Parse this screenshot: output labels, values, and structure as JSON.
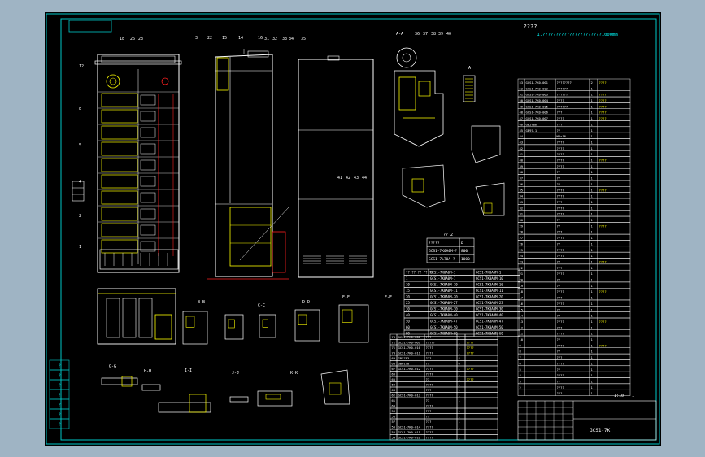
{
  "drawing": {
    "title": "????",
    "subtitle": "1.??????????????????????1000mm",
    "colors": {
      "frame": "#00c8c8",
      "drawing": "#ffffff",
      "component": "#ffff00",
      "detail": "#ff2020"
    }
  },
  "section_labels": [
    "B-B",
    "C-C",
    "D-D",
    "E-E",
    "F-F",
    "G-G",
    "H-H",
    "I-I",
    "J-J",
    "K-K",
    "A-A",
    "A"
  ],
  "leader_numbers": [
    "18",
    "26",
    "23",
    "3",
    "22",
    "15",
    "14",
    "16",
    "12",
    "8",
    "5",
    "4",
    "2",
    "1",
    "31",
    "32",
    "33",
    "34",
    "35",
    "36",
    "37",
    "38",
    "39",
    "40",
    "41",
    "42",
    "43",
    "44"
  ],
  "dims_table": {
    "title": "?? 2",
    "headers": [
      "?????",
      "D"
    ],
    "rows": [
      [
        "GCS1-7K0A0M-?",
        "800"
      ],
      [
        "GCS1-7L70A-?",
        "1000"
      ]
    ]
  },
  "config_table": {
    "rows": [
      [
        "?? ?? ?? ?? ??",
        "GCS1-7K0A0M-1",
        "GCS1-7K0A0M-1"
      ],
      [
        "1",
        "GCS1-7K0A0M-1",
        "GCS1-7K0A0M-10"
      ],
      [
        "10",
        "GCS1-7K0A0M-10",
        "GCS1-7K0A0M-16"
      ],
      [
        "15",
        "GCS1-7K0A0M-11",
        "GCS1-7K0A0M-11"
      ],
      [
        "20",
        "GCS1-7K0A0M-20",
        "GCS1-7K0A0M-20"
      ],
      [
        "25",
        "GCS1-7K0A0M-27",
        "GCS1-7K0A0M-23"
      ],
      [
        "30",
        "GCS1-7K0A0M-30",
        "GCS1-7K0A0M-30"
      ],
      [
        "40",
        "GCS1-7K0A0M-40",
        "GCS1-7K0A0M-40"
      ],
      [
        "50",
        "GCS1-7K0A0M-47",
        "GCS1-7K0A0M-47"
      ],
      [
        "60",
        "GCS1-7K0A0M-50",
        "GCS1-7K0A0M-50"
      ],
      [
        "80",
        "GCS1-7K0A0M-60",
        "GCS1-7K0A0M-60"
      ]
    ]
  },
  "parts_list_right": [
    [
      "53",
      "GCS1-7K0-001",
      "????????",
      "2",
      "????"
    ],
    [
      "52",
      "GCS1-7K0-002",
      "??????",
      "1",
      ""
    ],
    [
      "51",
      "GCS1-7K0-003",
      "??????",
      "1",
      "????"
    ],
    [
      "50",
      "GCS1-7K0-004",
      "????",
      "1",
      "????"
    ],
    [
      "49",
      "GCS1-7K0-005",
      "??????",
      "1",
      "????"
    ],
    [
      "48",
      "GCS1-7K0-006",
      "???",
      "1",
      "????"
    ],
    [
      "47",
      "GCS1-7K0-007",
      "????",
      "1",
      "????"
    ],
    [
      "46",
      "GB5786",
      "???",
      "1",
      ""
    ],
    [
      "45",
      "GB97.1",
      "??",
      "1",
      ""
    ],
    [
      "44",
      "",
      "M8x16",
      "1",
      ""
    ],
    [
      "43",
      "",
      "????",
      "1",
      ""
    ],
    [
      "42",
      "",
      "????",
      "1",
      ""
    ],
    [
      "41",
      "",
      "????",
      "1",
      ""
    ],
    [
      "40",
      "",
      "????",
      "1",
      "????"
    ],
    [
      "39",
      "",
      "????",
      "1",
      ""
    ],
    [
      "38",
      "",
      "??",
      "1",
      ""
    ],
    [
      "37",
      "",
      "??",
      "1",
      ""
    ],
    [
      "36",
      "",
      "??",
      "1",
      ""
    ],
    [
      "35",
      "",
      "????",
      "1",
      "????"
    ],
    [
      "34",
      "",
      "????",
      "1",
      ""
    ],
    [
      "33",
      "",
      "???",
      "1",
      ""
    ],
    [
      "32",
      "",
      "????",
      "1",
      ""
    ],
    [
      "31",
      "",
      "????",
      "1",
      ""
    ],
    [
      "30",
      "",
      "??",
      "1",
      ""
    ],
    [
      "29",
      "",
      "??",
      "1",
      "????"
    ],
    [
      "28",
      "",
      "???",
      "1",
      ""
    ],
    [
      "27",
      "",
      "????",
      "1",
      ""
    ],
    [
      "26",
      "",
      "??",
      "1",
      ""
    ],
    [
      "25",
      "",
      "????",
      "1",
      ""
    ],
    [
      "24",
      "",
      "????",
      "1",
      ""
    ],
    [
      "23",
      "",
      "??",
      "1",
      "????"
    ],
    [
      "22",
      "",
      "???",
      "1",
      ""
    ],
    [
      "21",
      "",
      "????",
      "1",
      ""
    ],
    [
      "20",
      "",
      "??",
      "1",
      ""
    ],
    [
      "19",
      "",
      "??",
      "1",
      ""
    ],
    [
      "18",
      "",
      "????",
      "1",
      "????"
    ],
    [
      "17",
      "",
      "???",
      "1",
      ""
    ],
    [
      "16",
      "",
      "????",
      "1",
      ""
    ],
    [
      "15",
      "",
      "??",
      "1",
      ""
    ],
    [
      "14",
      "",
      "??",
      "1",
      ""
    ],
    [
      "13",
      "",
      "????",
      "1",
      "????"
    ],
    [
      "12",
      "",
      "???",
      "1",
      ""
    ],
    [
      "11",
      "",
      "????",
      "1",
      ""
    ],
    [
      "10",
      "",
      "??",
      "1",
      ""
    ],
    [
      "9",
      "",
      "????",
      "1",
      "????"
    ],
    [
      "8",
      "",
      "??",
      "1",
      ""
    ],
    [
      "7",
      "",
      "???",
      "1",
      ""
    ],
    [
      "6",
      "",
      "????",
      "1",
      ""
    ],
    [
      "5",
      "",
      "??",
      "1",
      ""
    ],
    [
      "4",
      "",
      "????",
      "1",
      ""
    ],
    [
      "3",
      "",
      "??",
      "1",
      ""
    ],
    [
      "2",
      "",
      "????",
      "1",
      ""
    ],
    [
      "1",
      "",
      "???",
      "1",
      ""
    ]
  ],
  "parts_list_left": [
    [
      "73",
      "GCS1-7K0-008",
      "???",
      "1",
      ""
    ],
    [
      "72",
      "GCS1-7K0-009",
      "?????",
      "1",
      "????"
    ],
    [
      "71",
      "GCS1-7K0-010",
      "????",
      "1",
      "????"
    ],
    [
      "70",
      "GCS1-7K0-011",
      "????",
      "1",
      "????"
    ],
    [
      "69",
      "GB5783",
      "???",
      "4",
      ""
    ],
    [
      "68",
      "GB6170",
      "??",
      "4",
      ""
    ],
    [
      "67",
      "GCS1-7K0-012",
      "????",
      "1",
      "????"
    ],
    [
      "66",
      "",
      "????",
      "1",
      ""
    ],
    [
      "65",
      "",
      "??",
      "1",
      "????"
    ],
    [
      "64",
      "",
      "????",
      "1",
      ""
    ],
    [
      "63",
      "",
      "???",
      "1",
      ""
    ],
    [
      "62",
      "GCS1-7K0-013",
      "????",
      "1",
      ""
    ],
    [
      "61",
      "",
      "??",
      "1",
      ""
    ],
    [
      "60",
      "",
      "????",
      "1",
      ""
    ],
    [
      "59",
      "",
      "???",
      "1",
      ""
    ],
    [
      "58",
      "",
      "??",
      "1",
      ""
    ],
    [
      "57",
      "",
      "???",
      "1",
      ""
    ],
    [
      "56",
      "GCS1-7K0-014",
      "????",
      "1",
      ""
    ],
    [
      "55",
      "GCS1-7K0-015",
      "????",
      "1",
      ""
    ],
    [
      "54",
      "GCS1-7K0-016",
      "????",
      "1",
      ""
    ]
  ],
  "title_block": {
    "scale": "1:10",
    "sheet": "1",
    "code": "GCS1-7K"
  },
  "revision_rows": [
    "?",
    "?",
    "?",
    "?",
    "?",
    "?",
    "?"
  ]
}
